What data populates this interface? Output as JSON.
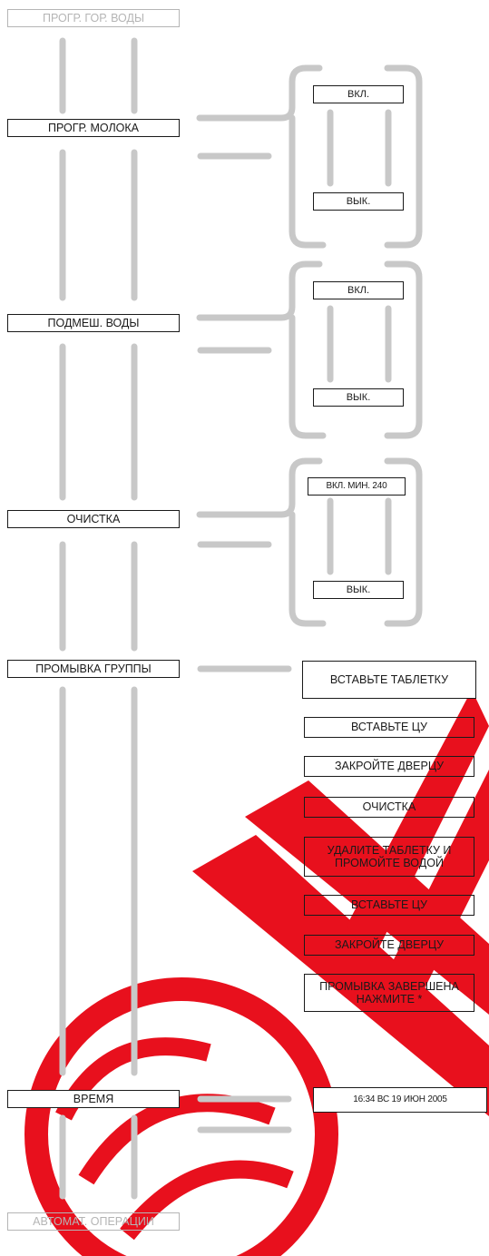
{
  "menu": {
    "top": "ПРОГР. ГОР. ВОДЫ",
    "milk": "ПРОГР. МОЛОКА",
    "water_mix": "ПОДМЕШ. ВОДЫ",
    "cleaning": "ОЧИСТКА",
    "group_rinse": "ПРОМЫВКА ГРУППЫ",
    "time": "ВРЕМЯ",
    "bottom": "АВТОМАТ. ОПЕРАЦИИ"
  },
  "milk_options": {
    "on": "ВКЛ.",
    "off": "ВЫК."
  },
  "water_options": {
    "on": "ВКЛ.",
    "off": "ВЫК."
  },
  "cleaning_options": {
    "on": "ВКЛ. МИН. 240",
    "off": "ВЫК."
  },
  "rinse_steps": [
    "ВСТАВЬТЕ ТАБЛЕТКУ",
    "ВСТАВЬТЕ ЦУ",
    "ЗАКРОЙТЕ ДВЕРЦУ",
    "ОЧИСТКА",
    "УДАЛИТЕ ТАБЛЕТКУ И\nПРОМОЙТЕ ВОДОЙ",
    "ВСТАВЬТЕ ЦУ",
    "ЗАКРОЙТЕ ДВЕРЦУ",
    "ПРОМЫВКА ЗАВЕРШЕНА\nНАЖМИТЕ *"
  ],
  "time_value": "16:34 ВС  19 ИЮН 2005",
  "colors": {
    "connector": "#c8c8c8",
    "watermark": "#e8101d",
    "border": "#1a1a1a"
  }
}
